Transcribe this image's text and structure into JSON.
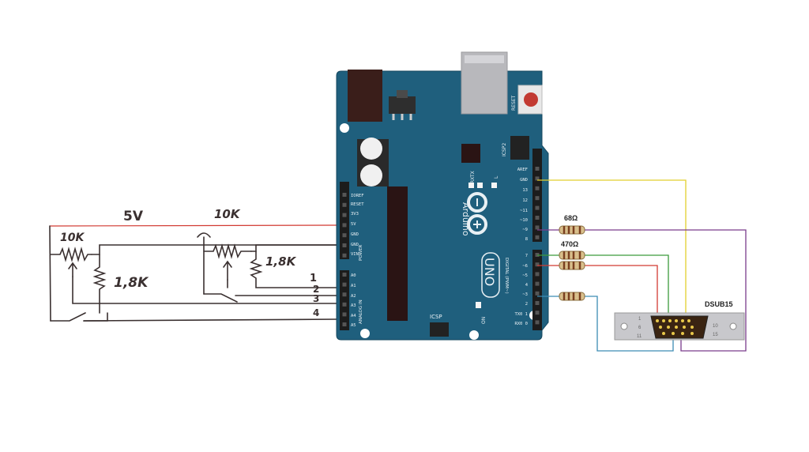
{
  "sketch": {
    "supply": "5V",
    "pot_left": "10K",
    "pot_right": "10K",
    "res_left": "1,8K",
    "res_right": "1,8K",
    "wire_1": "1",
    "wire_2": "2",
    "wire_3": "3",
    "wire_4": "4"
  },
  "arduino": {
    "brand": "Arduino",
    "model": "UNO",
    "reset": "RESET",
    "icsp": "ICSP",
    "icsp2": "ICSP2",
    "on": "ON",
    "tx": "TX",
    "rx": "RX",
    "l": "L",
    "power_header": "POWER",
    "analog_header": "ANALOG IN",
    "digital_header": "DIGITAL (PWM~)",
    "power_pins": [
      "IOREF",
      "RESET",
      "3V3",
      "5V",
      "GND",
      "GND",
      "VIN"
    ],
    "analog_pins": [
      "A0",
      "A1",
      "A2",
      "A3",
      "A4",
      "A5"
    ],
    "digital_pins_top": [
      "AREF",
      "GND",
      "13",
      "12",
      "~11",
      "~10",
      "~9",
      "8"
    ],
    "digital_pins_bottom": [
      "7",
      "~6",
      "~5",
      "4",
      "~3",
      "2",
      "TX0 1",
      "RX0 0"
    ]
  },
  "resistors": {
    "r1_label": "68Ω",
    "r2_label": "470Ω"
  },
  "connector": {
    "label": "DSUB15",
    "pin_1": "1",
    "pin_6": "6",
    "pin_11": "11",
    "pin_10": "10",
    "pin_15": "15"
  },
  "colors": {
    "board": "#1f5f7d",
    "power_wire": "#d23a32",
    "ground_wire": "#e2cf2e",
    "green_wire": "#3c9a3c",
    "red_wire": "#d23a32",
    "purple_wire": "#7a3c8c",
    "blue_wire": "#3c8cb4"
  }
}
